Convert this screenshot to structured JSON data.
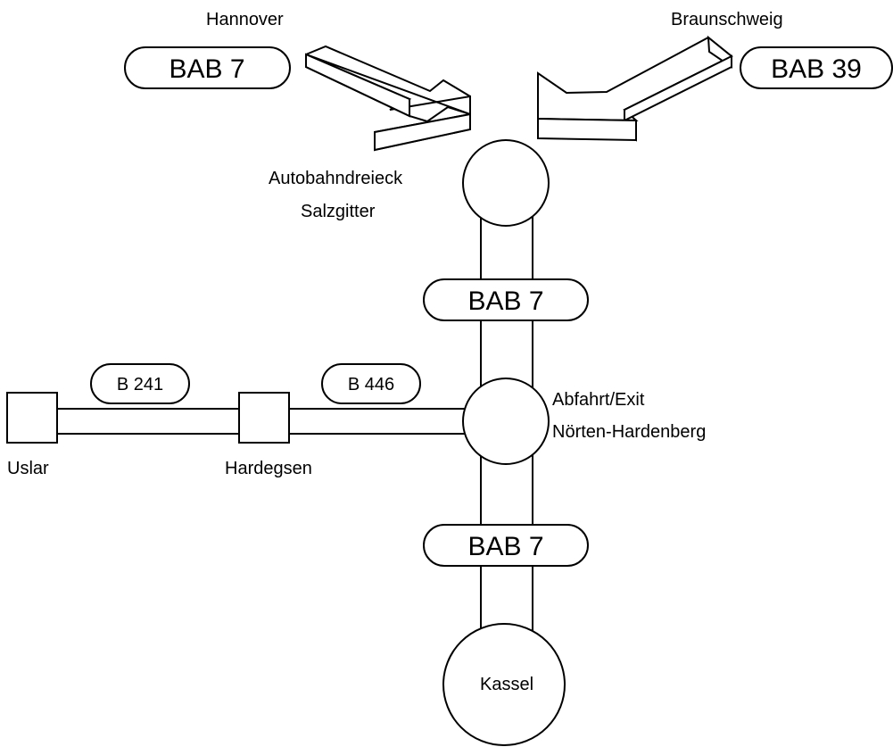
{
  "colors": {
    "line": "#000000",
    "fill": "#ffffff",
    "background": "#ffffff"
  },
  "directions": {
    "hannover": "Hannover",
    "braunschweig": "Braunschweig"
  },
  "roads": {
    "bab7_top_left": "BAB 7",
    "bab39": "BAB 39",
    "bab7_upper": "BAB 7",
    "bab7_lower": "BAB 7",
    "b241": "B 241",
    "b446": "B 446"
  },
  "junctions": {
    "salzgitter_line1": "Autobahndreieck",
    "salzgitter_line2": "Salzgitter",
    "exit_line1": "Abfahrt/Exit",
    "exit_line2": "Nörten-Hardenberg"
  },
  "towns": {
    "uslar": "Uslar",
    "hardegsen": "Hardegsen",
    "kassel": "Kassel"
  }
}
